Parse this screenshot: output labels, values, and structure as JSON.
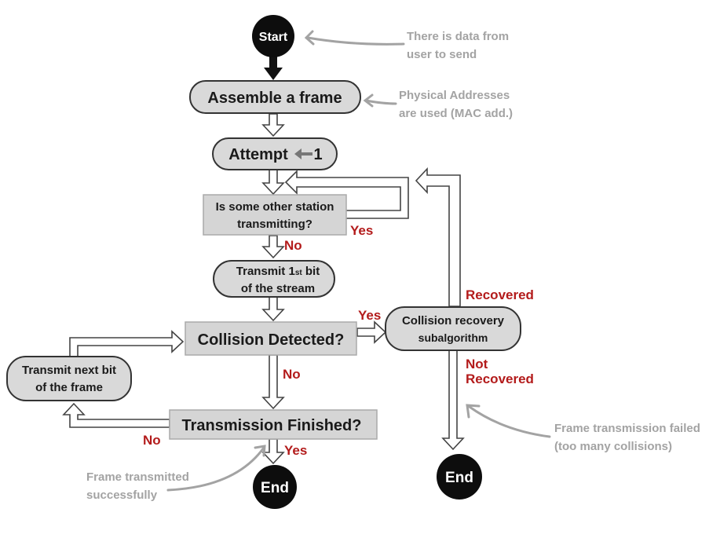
{
  "nodes": {
    "start": "Start",
    "assemble": "Assemble a frame",
    "attempt_text": "Attempt",
    "attempt_value": "1",
    "sensing_line1": "Is some other station",
    "sensing_line2": "transmitting?",
    "transmit_first_a": "Transmit 1",
    "transmit_first_sub": "st",
    "transmit_first_b": " bit",
    "transmit_first_line2": "of the stream",
    "collision": "Collision Detected?",
    "recovery_line1": "Collision recovery",
    "recovery_line2": "subalgorithm",
    "next_bit_line1": "Transmit next bit",
    "next_bit_line2": "of the frame",
    "finished": "Transmission Finished?",
    "end_success": "End",
    "end_fail": "End"
  },
  "edge_labels": {
    "sensing_yes": "Yes",
    "sensing_no": "No",
    "collision_yes": "Yes",
    "collision_no": "No",
    "finished_no": "No",
    "finished_yes": "Yes",
    "recovered": "Recovered",
    "not_recovered_line1": "Not",
    "not_recovered_line2": "Recovered"
  },
  "annotations": {
    "start_note_line1": "There is data from",
    "start_note_line2": "user to send",
    "mac_note_line1": "Physical Addresses",
    "mac_note_line2": "are used (MAC add.)",
    "success_note_line1": "Frame transmitted",
    "success_note_line2": "successfully",
    "fail_note_line1": "Frame transmission failed",
    "fail_note_line2": "(too many collisions)"
  }
}
